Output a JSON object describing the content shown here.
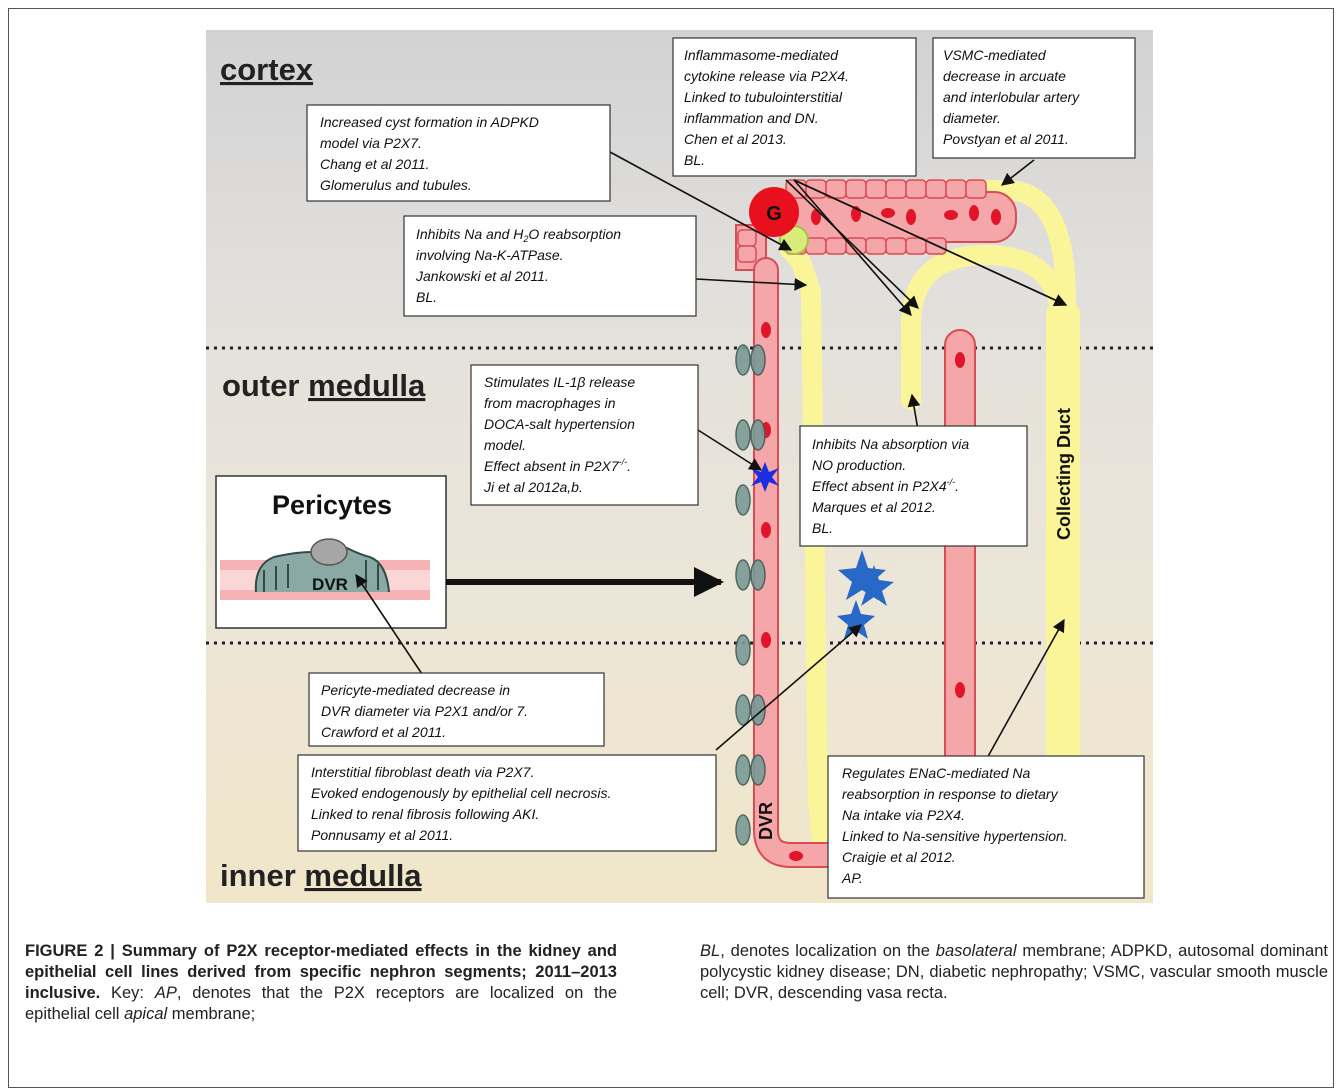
{
  "regions": {
    "cortex": "cortex",
    "outer_prefix": "outer ",
    "outer_medulla": "medulla",
    "inner_prefix": "inner ",
    "inner_medulla": "medulla"
  },
  "pericytes": {
    "title": "Pericytes",
    "dvr": "DVR"
  },
  "vessel_labels": {
    "dvr": "DVR",
    "collecting_duct": "Collecting Duct",
    "glomerulus": "G"
  },
  "boxes": {
    "adpkd": [
      "Increased cyst formation in ADPKD",
      "model via P2X7.",
      "Chang et al 2011.",
      "Glomerulus and tubules."
    ],
    "inflammasome": [
      "Inflammasome-mediated",
      "cytokine release via P2X4.",
      "Linked to tubulointerstitial",
      "inflammation and DN.",
      "Chen et al 2013.",
      "BL."
    ],
    "vsmc": [
      "VSMC-mediated",
      "decrease in arcuate",
      "and interlobular artery",
      "diameter.",
      "Povstyan et al 2011."
    ],
    "na_h2o": {
      "line1_a": "Inhibits Na and H",
      "line1_sub": "2",
      "line1_b": "O reabsorption",
      "rest": [
        "involving Na-K-ATPase.",
        "Jankowski et al 2011.",
        "BL."
      ]
    },
    "il1b": {
      "lines": [
        "Stimulates IL-1β release",
        "from macrophages in",
        "DOCA-salt hypertension",
        "model."
      ],
      "effect_a": "Effect absent in P2X7",
      "effect_sup": "-/-",
      "effect_b": ".",
      "last": "Ji et al 2012a,b."
    },
    "no_prod": {
      "lines": [
        "Inhibits Na absorption via",
        "NO production."
      ],
      "effect_a": "Effect absent in P2X4",
      "effect_sup": "-/-",
      "effect_b": ".",
      "rest": [
        "Marques et al 2012.",
        "BL."
      ]
    },
    "pericyte_effect": [
      "Pericyte-mediated decrease in",
      "DVR diameter via P2X1 and/or 7.",
      "Crawford et al 2011."
    ],
    "fibroblast": [
      "Interstitial fibroblast death via P2X7.",
      "Evoked endogenously by epithelial cell necrosis.",
      "Linked to renal fibrosis following AKI.",
      "Ponnusamy et al 2011."
    ],
    "enac": [
      "Regulates ENaC-mediated Na",
      "reabsorption in response to dietary",
      "Na intake via P2X4.",
      "Linked to Na-sensitive hypertension.",
      "Craigie et al 2012.",
      "AP."
    ]
  },
  "caption": {
    "figure_label": "FIGURE 2 | Summary of P2X receptor-mediated effects in the kidney and epithelial cell lines derived from specific nephron segments; 2011–2013 inclusive.",
    "key_label": "Key:",
    "ap": "AP",
    "text_1": ", denotes that the P2X receptors are localized on the epithelial cell ",
    "apical": "apical",
    "text_2": " membrane;",
    "bl": "BL",
    "text_3": ", denotes localization on the ",
    "basolateral": "basolateral",
    "text_4": " membrane; ADPKD, autosomal dominant polycystic kidney disease; DN, diabetic nephropathy; VSMC, vascular smooth muscle cell; DVR, descending vasa recta."
  },
  "colors": {
    "vessel_fill": "#f4a6a8",
    "vessel_edge": "#d84c55",
    "rbc": "#e0152a",
    "tubule": "#fbf59a",
    "glomerulus": "#e8101c",
    "star": "#2868c6",
    "pericyte_cell": "#7a9a96"
  }
}
